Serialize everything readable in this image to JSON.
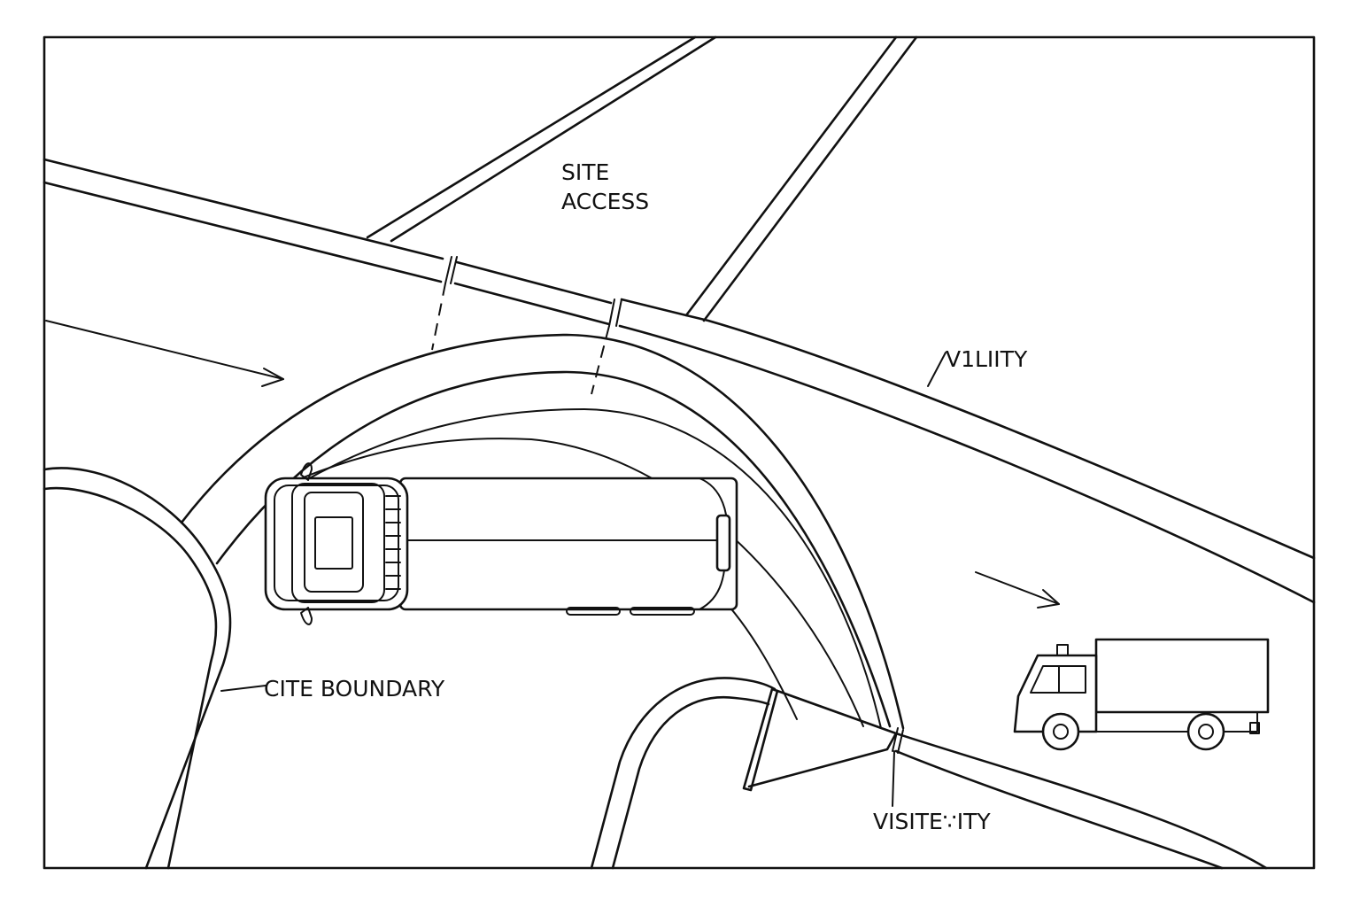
{
  "labels": {
    "site_access_line1": "SITE",
    "site_access_line2": "ACCESS",
    "visibility_top": "V1LIITY",
    "site_boundary": "CITE BOUNDARY",
    "visibility_bottom": "VISITE∵ITY"
  },
  "colors": {
    "line": "#111111",
    "background": "#ffffff"
  },
  "icons": [
    "direction-arrow-icon",
    "articulated-truck-icon",
    "box-truck-icon"
  ]
}
